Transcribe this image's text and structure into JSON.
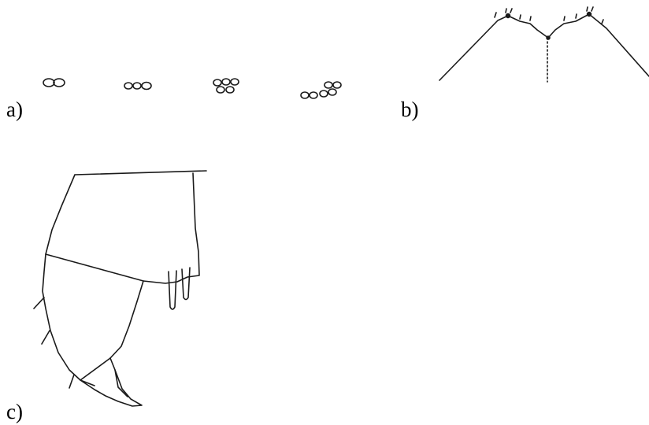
{
  "figure": {
    "panels": [
      {
        "id": "a",
        "label": "a)"
      },
      {
        "id": "b",
        "label": "b)"
      },
      {
        "id": "c",
        "label": "c)"
      }
    ],
    "ink_color": "#1a1a1a"
  }
}
